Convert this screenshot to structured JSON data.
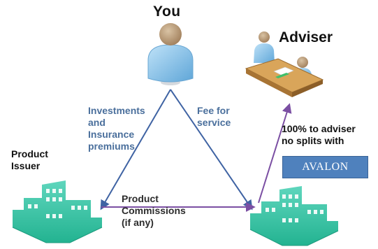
{
  "labels": {
    "you": "You",
    "adviser": "Adviser",
    "product_issuer": [
      "Product",
      "Issuer"
    ],
    "investments": [
      "Investments",
      "and",
      "Insurance",
      "premiums"
    ],
    "fee": [
      "Fee for",
      "service"
    ],
    "commissions": [
      "Product",
      "Commissions",
      "(if any)"
    ],
    "adviser_note": [
      "100% to adviser",
      "no splits with"
    ],
    "avalon": "AVALON"
  },
  "colors": {
    "person_blue": "#8ec4ea",
    "triangle_blue": "#3f63a3",
    "flow_purple": "#7b4fa3",
    "building_teal": "#39c5a6",
    "text_blue": "#4a6f9c",
    "avalon_fill": "#4f81bd"
  },
  "icons": [
    "person-icon",
    "adviser-meeting-icon",
    "building-icon"
  ]
}
